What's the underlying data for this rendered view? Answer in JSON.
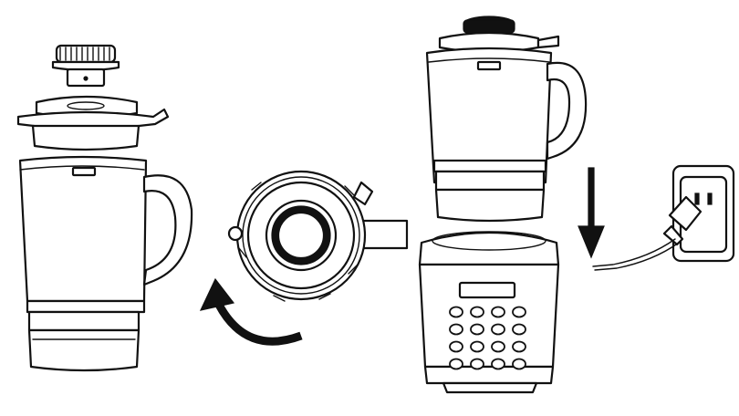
{
  "illustration": {
    "steps": [
      {
        "name": "jug-assembly-exploded",
        "icon": "blender-jug-exploded-icon"
      },
      {
        "name": "jug-bottom-rotate",
        "icon": "curved-arrow-icon"
      },
      {
        "name": "jug-onto-base",
        "icon": "down-arrow-icon"
      },
      {
        "name": "plug-in",
        "icon": "power-outlet-icon"
      }
    ],
    "control_panel": {
      "display_count": 1,
      "button_rows": 4,
      "button_columns": 4
    },
    "line_color": "#111111",
    "background": "#ffffff"
  }
}
